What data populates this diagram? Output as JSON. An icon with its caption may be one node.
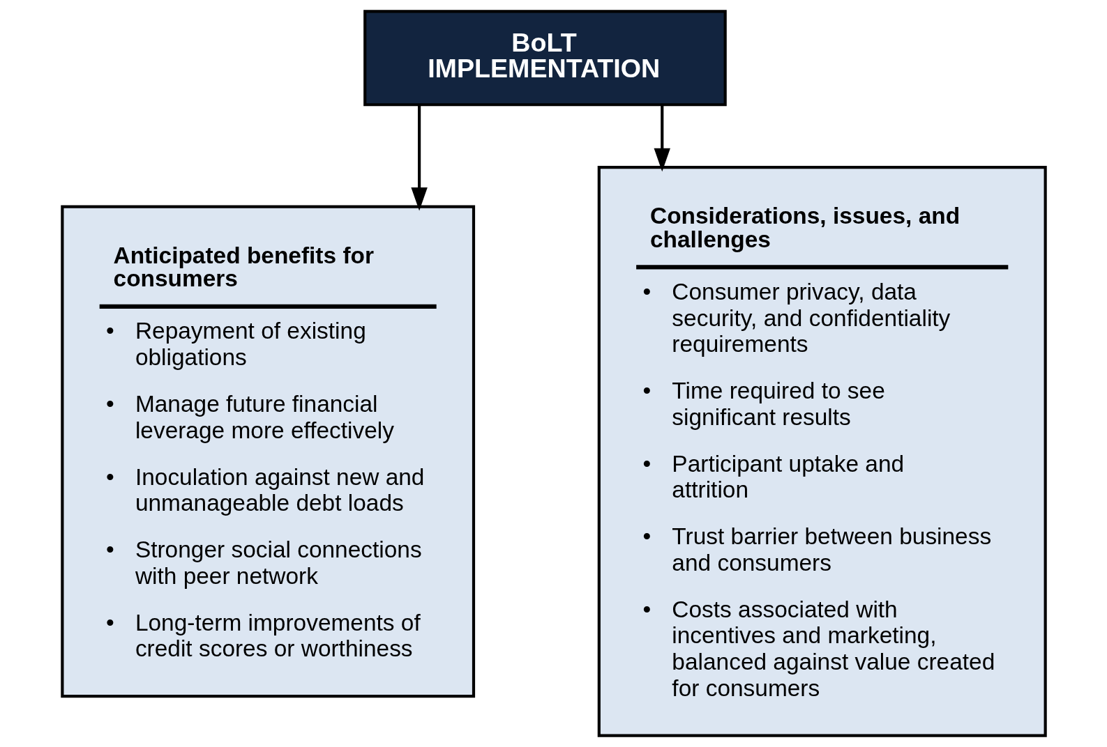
{
  "diagram": {
    "nodes": [
      {
        "text": [
          "BoLT IMPLEMENTATION"
        ]
      },
      {
        "text": [
          "Anticipated benefits for consumers",
          "• Repayment of existing obligations",
          "• Manage future financial leverage more effectively",
          "• Inoculation against new and unmanageable debt loads",
          "• Stronger social connections with peer network",
          "• Long-term improvements of credit scores or worthiness"
        ]
      },
      {
        "text": [
          "Considerations, issues, and challenges",
          "• Consumer privacy, data security, and confidentiality requirements",
          "• Time required to see significant results",
          "• Participant uptake and attrition",
          "• Trust barrier between business and consumers",
          "• Costs associated with incentives and marketing, balanced against value created for consumers"
        ]
      }
    ],
    "edges": [
      {
        "from": 0,
        "to": 1,
        "arrow": "to"
      },
      {
        "from": 0,
        "to": 2,
        "arrow": "to"
      }
    ]
  }
}
